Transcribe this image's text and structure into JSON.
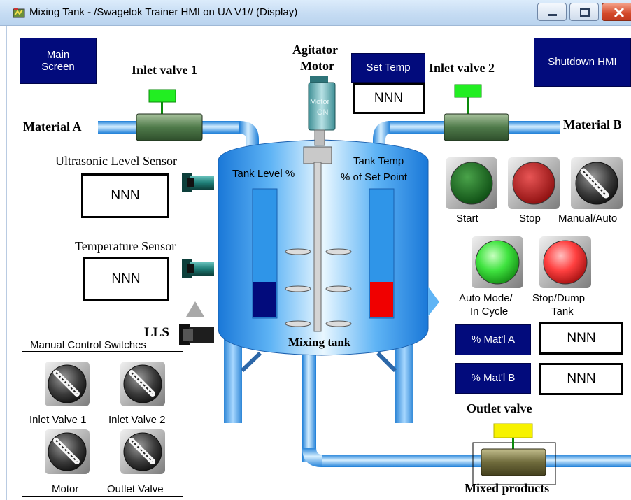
{
  "window": {
    "title": "Mixing Tank - /Swagelok Trainer HMI on UA V1// (Display)"
  },
  "buttons": {
    "main_screen": "Main Screen",
    "set_temp": "Set Temp",
    "shutdown_hmi": "Shutdown HMI",
    "pct_mat_a": "% Mat'l A",
    "pct_mat_b": "% Mat'l B"
  },
  "labels": {
    "inlet_valve_1": "Inlet valve 1",
    "inlet_valve_2": "Inlet valve 2",
    "agitator_line1": "Agitator",
    "agitator_line2": "Motor",
    "material_a": "Material A",
    "material_b": "Material B",
    "ultrasonic_sensor": "Ultrasonic Level Sensor",
    "temperature_sensor": "Temperature Sensor",
    "lls": "LLS",
    "mixing_tank": "Mixing tank",
    "tank_level": "Tank Level %",
    "tank_temp_line1": "Tank Temp",
    "tank_temp_line2": "% of Set Point",
    "motor_line1": "Motor",
    "motor_line2": "ON",
    "outlet_valve": "Outlet valve",
    "mixed_products": "Mixed products",
    "manual_switches_title": "Manual Control Switches"
  },
  "displays": {
    "set_temp_value": "NNN",
    "ultrasonic_value": "NNN",
    "temperature_value": "NNN",
    "mat_a_value": "NNN",
    "mat_b_value": "NNN"
  },
  "controls": {
    "start": "Start",
    "stop": "Stop",
    "manual_auto": "Manual/Auto",
    "auto_mode_line1": "Auto Mode/",
    "auto_mode_line2": "In Cycle",
    "stop_dump_line1": "Stop/Dump",
    "stop_dump_line2": "Tank"
  },
  "switches": {
    "inlet_valve_1": "Inlet Valve 1",
    "inlet_valve_2": "Inlet Valve 2",
    "motor": "Motor",
    "outlet_valve": "Outlet Valve"
  },
  "gauges": {
    "tank_level_fraction": 0.28,
    "tank_temp_fraction": 0.28
  },
  "colors": {
    "nav_button": "#020b7c",
    "valve_indicator_inlet": "#22ee22",
    "valve_indicator_outlet": "#f7f200",
    "level_fill": "#020b7c",
    "temp_fill": "#f00000",
    "pipe": "#3aa0f0"
  },
  "icons": {
    "app": "hmi-app-icon",
    "sensor": "sensor-icon",
    "knob": "selector-switch-icon"
  }
}
